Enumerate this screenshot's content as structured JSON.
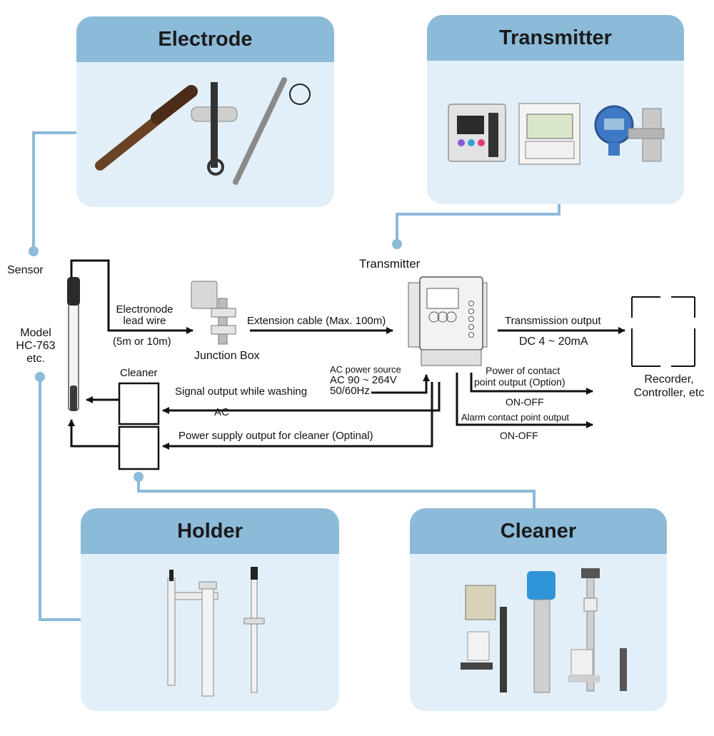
{
  "colors": {
    "card_bg": "#e3eff8",
    "card_header": "#8cbad9",
    "connector": "#8cbad9",
    "arrow": "#111111"
  },
  "cards": {
    "electrode": "Electrode",
    "transmitter": "Transmitter",
    "holder": "Holder",
    "cleaner": "Cleaner"
  },
  "diagram": {
    "sensor": "Sensor",
    "model": [
      "Model",
      "HC-763",
      "etc."
    ],
    "lead_wire": [
      "Electronode",
      "lead wire"
    ],
    "lead_length": "(5m or 10m)",
    "junction_box": "Junction Box",
    "extension_cable": "Extension cable (Max. 100m)",
    "transmitter": "Transmitter",
    "transmission_output": "Transmission output",
    "dc_range": "DC 4 ~ 20mA",
    "recorder": [
      "Recorder,",
      "Controller, etc"
    ],
    "cleaner": "Cleaner",
    "ac_power": [
      "AC power source",
      "AC 90 ~ 264V",
      "50/60Hz"
    ],
    "signal_washing": "Signal output while washing",
    "ac": "AC",
    "power_supply_cleaner": "Power supply output for cleaner (Optinal)",
    "power_contact": [
      "Power of contact",
      "point output (Option)"
    ],
    "on_off_1": "ON-OFF",
    "alarm_contact": "Alarm contact point output",
    "on_off_2": "ON-OFF"
  }
}
